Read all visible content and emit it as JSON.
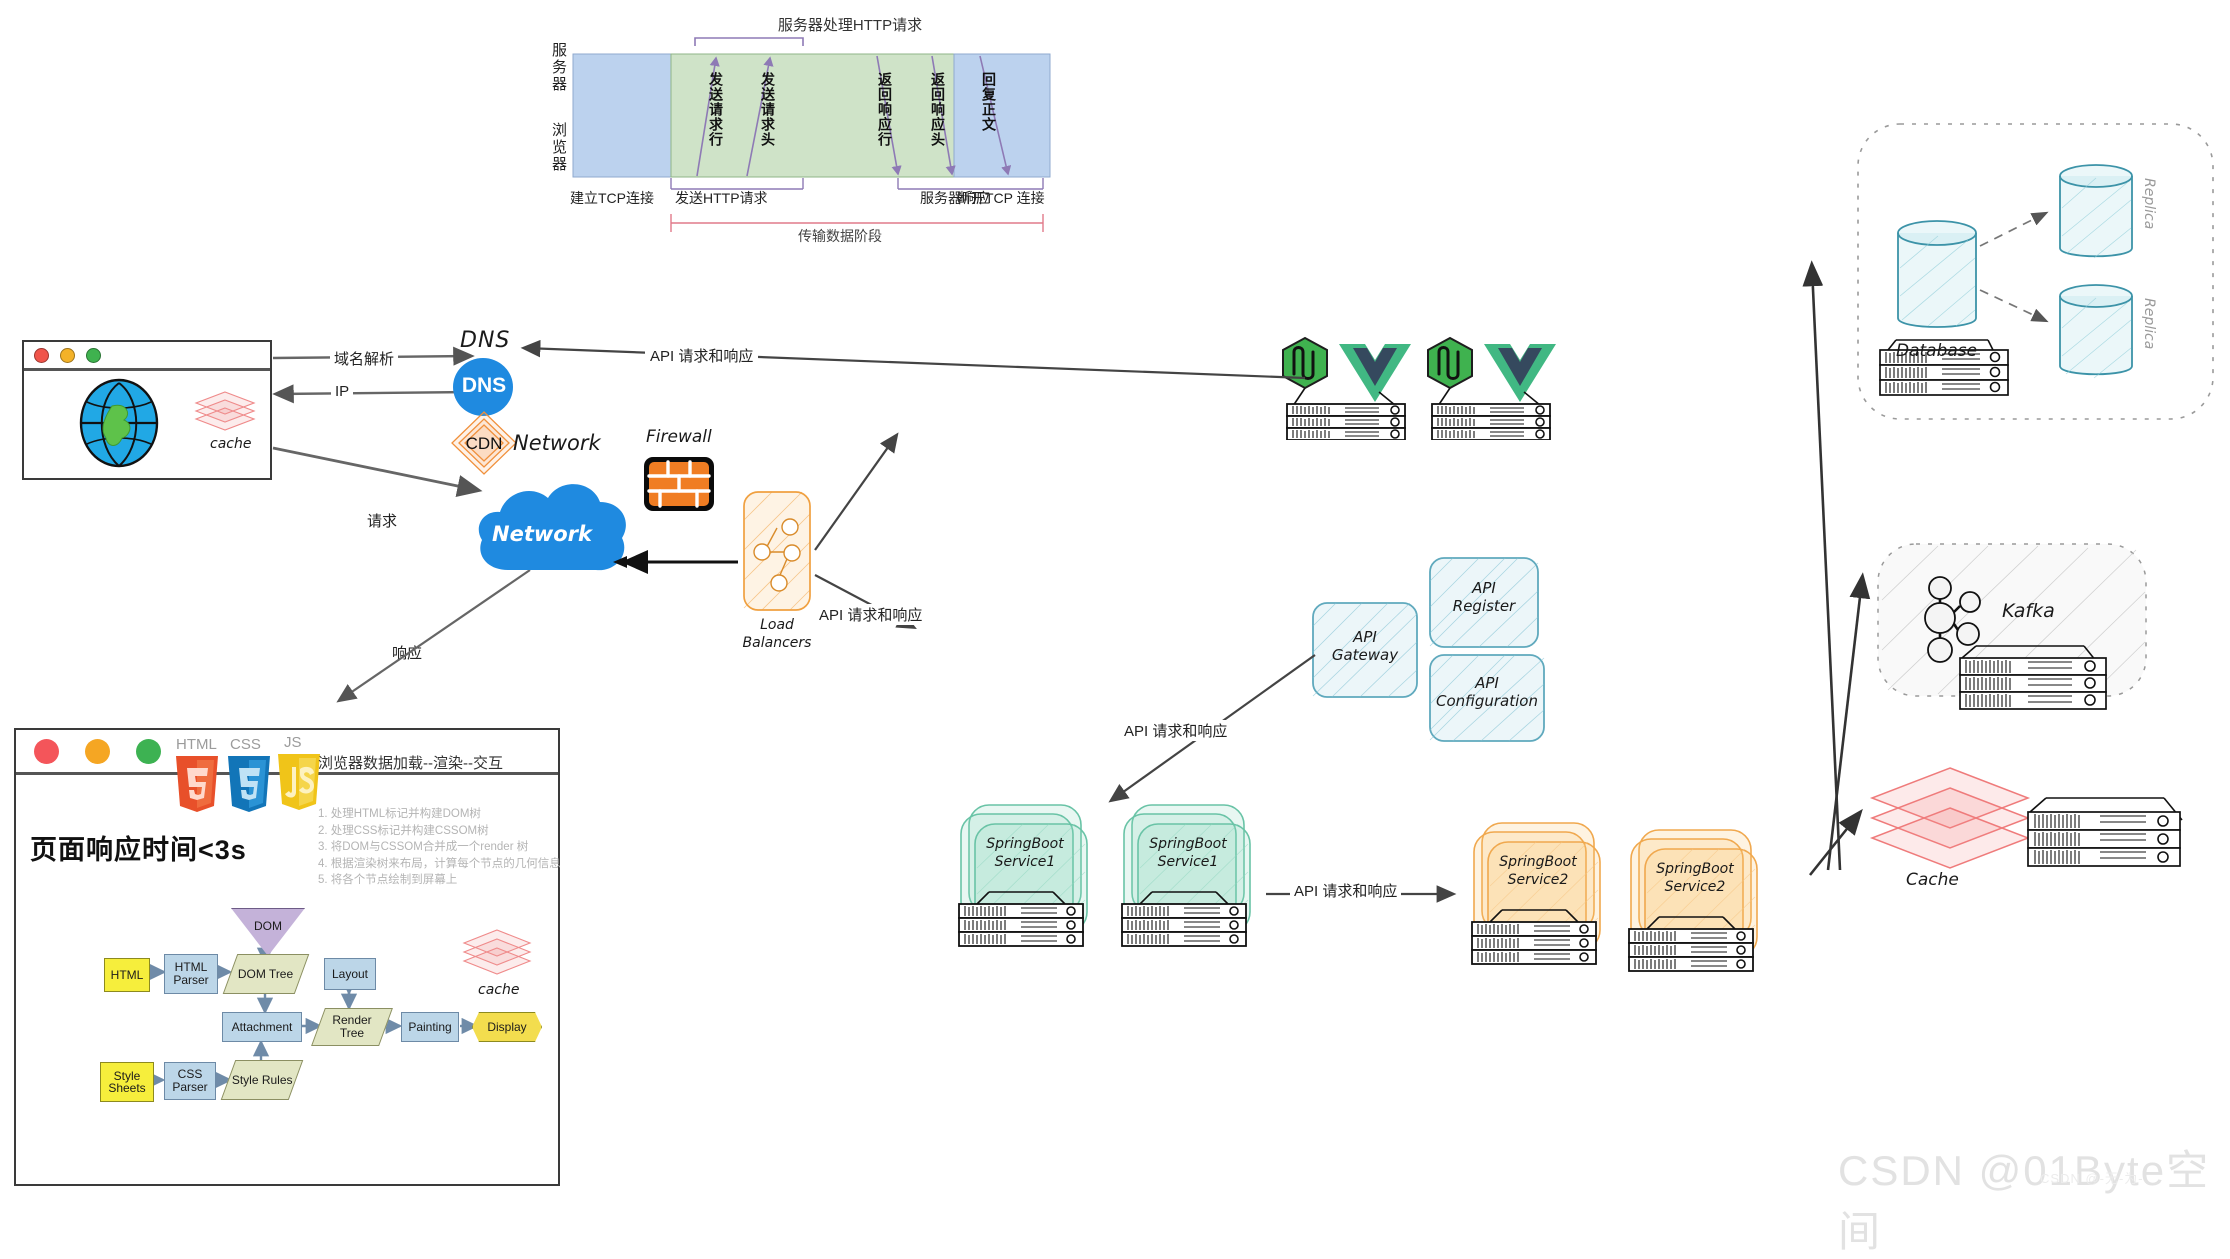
{
  "http_sequence": {
    "title": "服务器处理HTTP请求",
    "axis_top": "服务器",
    "axis_bottom": "浏览器",
    "arrows": [
      "发送请求行",
      "发送请求头",
      "返回响应行",
      "返回响应头",
      "回复正文"
    ],
    "phases": [
      "建立TCP连接",
      "发送HTTP请求",
      "服务器响应",
      "断开TCP 连接"
    ],
    "bottom_span": "传输数据阶段"
  },
  "browser_window": {
    "cache_label": "cache"
  },
  "render_panel": {
    "response_time": "页面响应时间<3s",
    "load_title": "浏览器数据加载--渲染--交互",
    "tech_labels": [
      "HTML",
      "CSS",
      "JS"
    ],
    "steps": [
      "1. 处理HTML标记并构建DOM树",
      "2. 处理CSS标记并构建CSSOM树",
      "3. 将DOM与CSSOM合并成一个render 树",
      "4. 根据渲染树来布局，计算每个节点的几何信息",
      "5. 将各个节点绘制到屏幕上"
    ],
    "flow": {
      "dom": "DOM",
      "html": "HTML",
      "html_parser": "HTML Parser",
      "dom_tree": "DOM Tree",
      "layout": "Layout",
      "attachment": "Attachment",
      "render_tree": "Render Tree",
      "painting": "Painting",
      "display": "Display",
      "style_sheets": "Style Sheets",
      "css_parser": "CSS Parser",
      "style_rules": "Style Rules",
      "cache": "cache"
    }
  },
  "edges": {
    "domain_resolve": "域名解析",
    "ip": "IP",
    "request": "请求",
    "response": "响应",
    "api_top": "API 请求和响应",
    "api_gateway_upper": "API 请求和响应",
    "api_gateway_lower": "API 请求和响应",
    "api_service": "API 请求和响应"
  },
  "nodes": {
    "dns_title": "DNS",
    "dns_circle": "DNS",
    "cdn": "CDN",
    "network_title": "Network",
    "network_cloud": "Network",
    "firewall": "Firewall",
    "load_balancers": "Load\nBalancers",
    "load_balancers_l1": "Load",
    "load_balancers_l2": "Balancers",
    "api_gateway_l1": "API",
    "api_gateway_l2": "Gateway",
    "api_register_l1": "API",
    "api_register_l2": "Register",
    "api_configuration_l1": "API",
    "api_configuration_l2": "Configuration",
    "springboot1_l1": "SpringBoot",
    "springboot1_l2": "Service1",
    "springboot2_l1": "SpringBoot",
    "springboot2_l2": "Service2",
    "database": "Database",
    "replica": "Replica",
    "kafka": "Kafka",
    "cache": "Cache"
  },
  "watermark": {
    "main": "CSDN @01Byte空间",
    "sub": "CSDN @-无-为-"
  },
  "colors": {
    "accent_blue": "#1f8ae0",
    "orange": "#f07d23",
    "green": "#3fb24f",
    "teal": "#67b7c8",
    "red": "#ef6a6a",
    "seq_green": "#cfe3c8",
    "seq_blue": "#bcd2ee"
  }
}
